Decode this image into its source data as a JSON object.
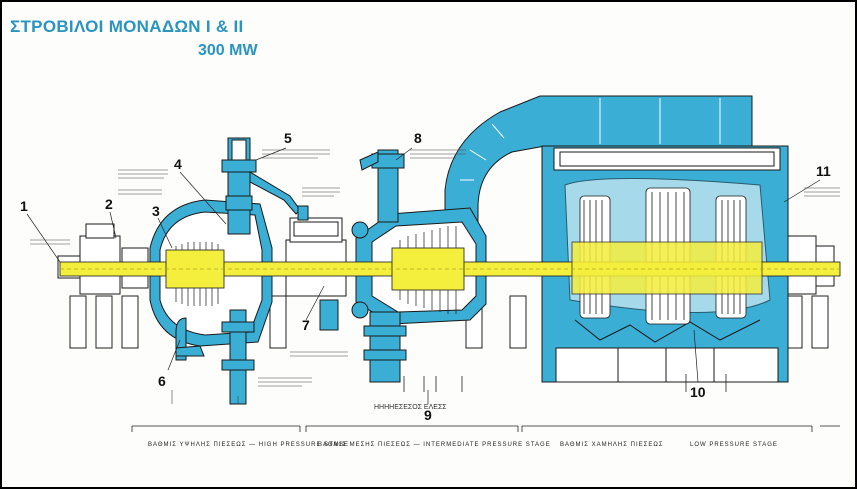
{
  "title": {
    "line1": "ΣΤΡΟΒΙΛΟΙ ΜΟΝΑΔΩΝ Ι & ΙΙ",
    "line2": "300 MW"
  },
  "colors": {
    "title": "#2a94c0",
    "casing": "#3aaed4",
    "rotor": "#f4ee3c",
    "outline": "#1a1a1a",
    "background": "#fdfdfb"
  },
  "callouts": [
    "1",
    "2",
    "3",
    "4",
    "5",
    "6",
    "7",
    "8",
    "9",
    "10",
    "11"
  ],
  "bottom_mid_label": "ΗΗΗΗΕΣΕΣΟΣ      ΕΛΕΣΣ",
  "stage_labels": {
    "high": "ΒΑΘΜΙΣ  ΥΨΗΛΗΣ  ΠΙΕΣΕΩΣ  —  HIGH  PRESSURE  STAGE",
    "intermediate": "ΒΑΘΜΙΣ  ΜΕΣΗΣ  ΠΙΕΣΕΩΣ  —  INTERMEDIATE  PRESSURE  STAGE",
    "low_gr": "ΒΑΘΜΙΣ  ΧΑΜΗΛΗΣ  ΠΙΕΣΕΩΣ",
    "low_en": "LOW    PRESSURE    STAGE"
  }
}
